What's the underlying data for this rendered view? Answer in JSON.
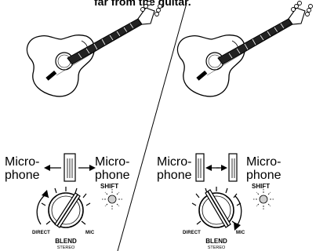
{
  "caption": "far from the guitar.",
  "panels": [
    {
      "left_label": "Micro-\nphone",
      "right_label": "Micro-\nphone",
      "shift_label": "SHIFT",
      "direct_label": "DIRECT",
      "mic_label": "MIC",
      "blend_label": "BLEND",
      "stereo_label": "STEREO",
      "slider_position": "center",
      "knob_turn": "counter-clockwise"
    },
    {
      "left_label": "Micro-\nphone",
      "right_label": "Micro-\nphone",
      "shift_label": "SHIFT",
      "direct_label": "DIRECT",
      "mic_label": "MIC",
      "blend_label": "BLEND",
      "stereo_label": "STEREO",
      "slider_position": "split",
      "knob_turn": "clockwise"
    }
  ],
  "icons": [
    "guitar-icon",
    "slider-icon",
    "knob-icon",
    "led-icon",
    "arrow-icon"
  ]
}
